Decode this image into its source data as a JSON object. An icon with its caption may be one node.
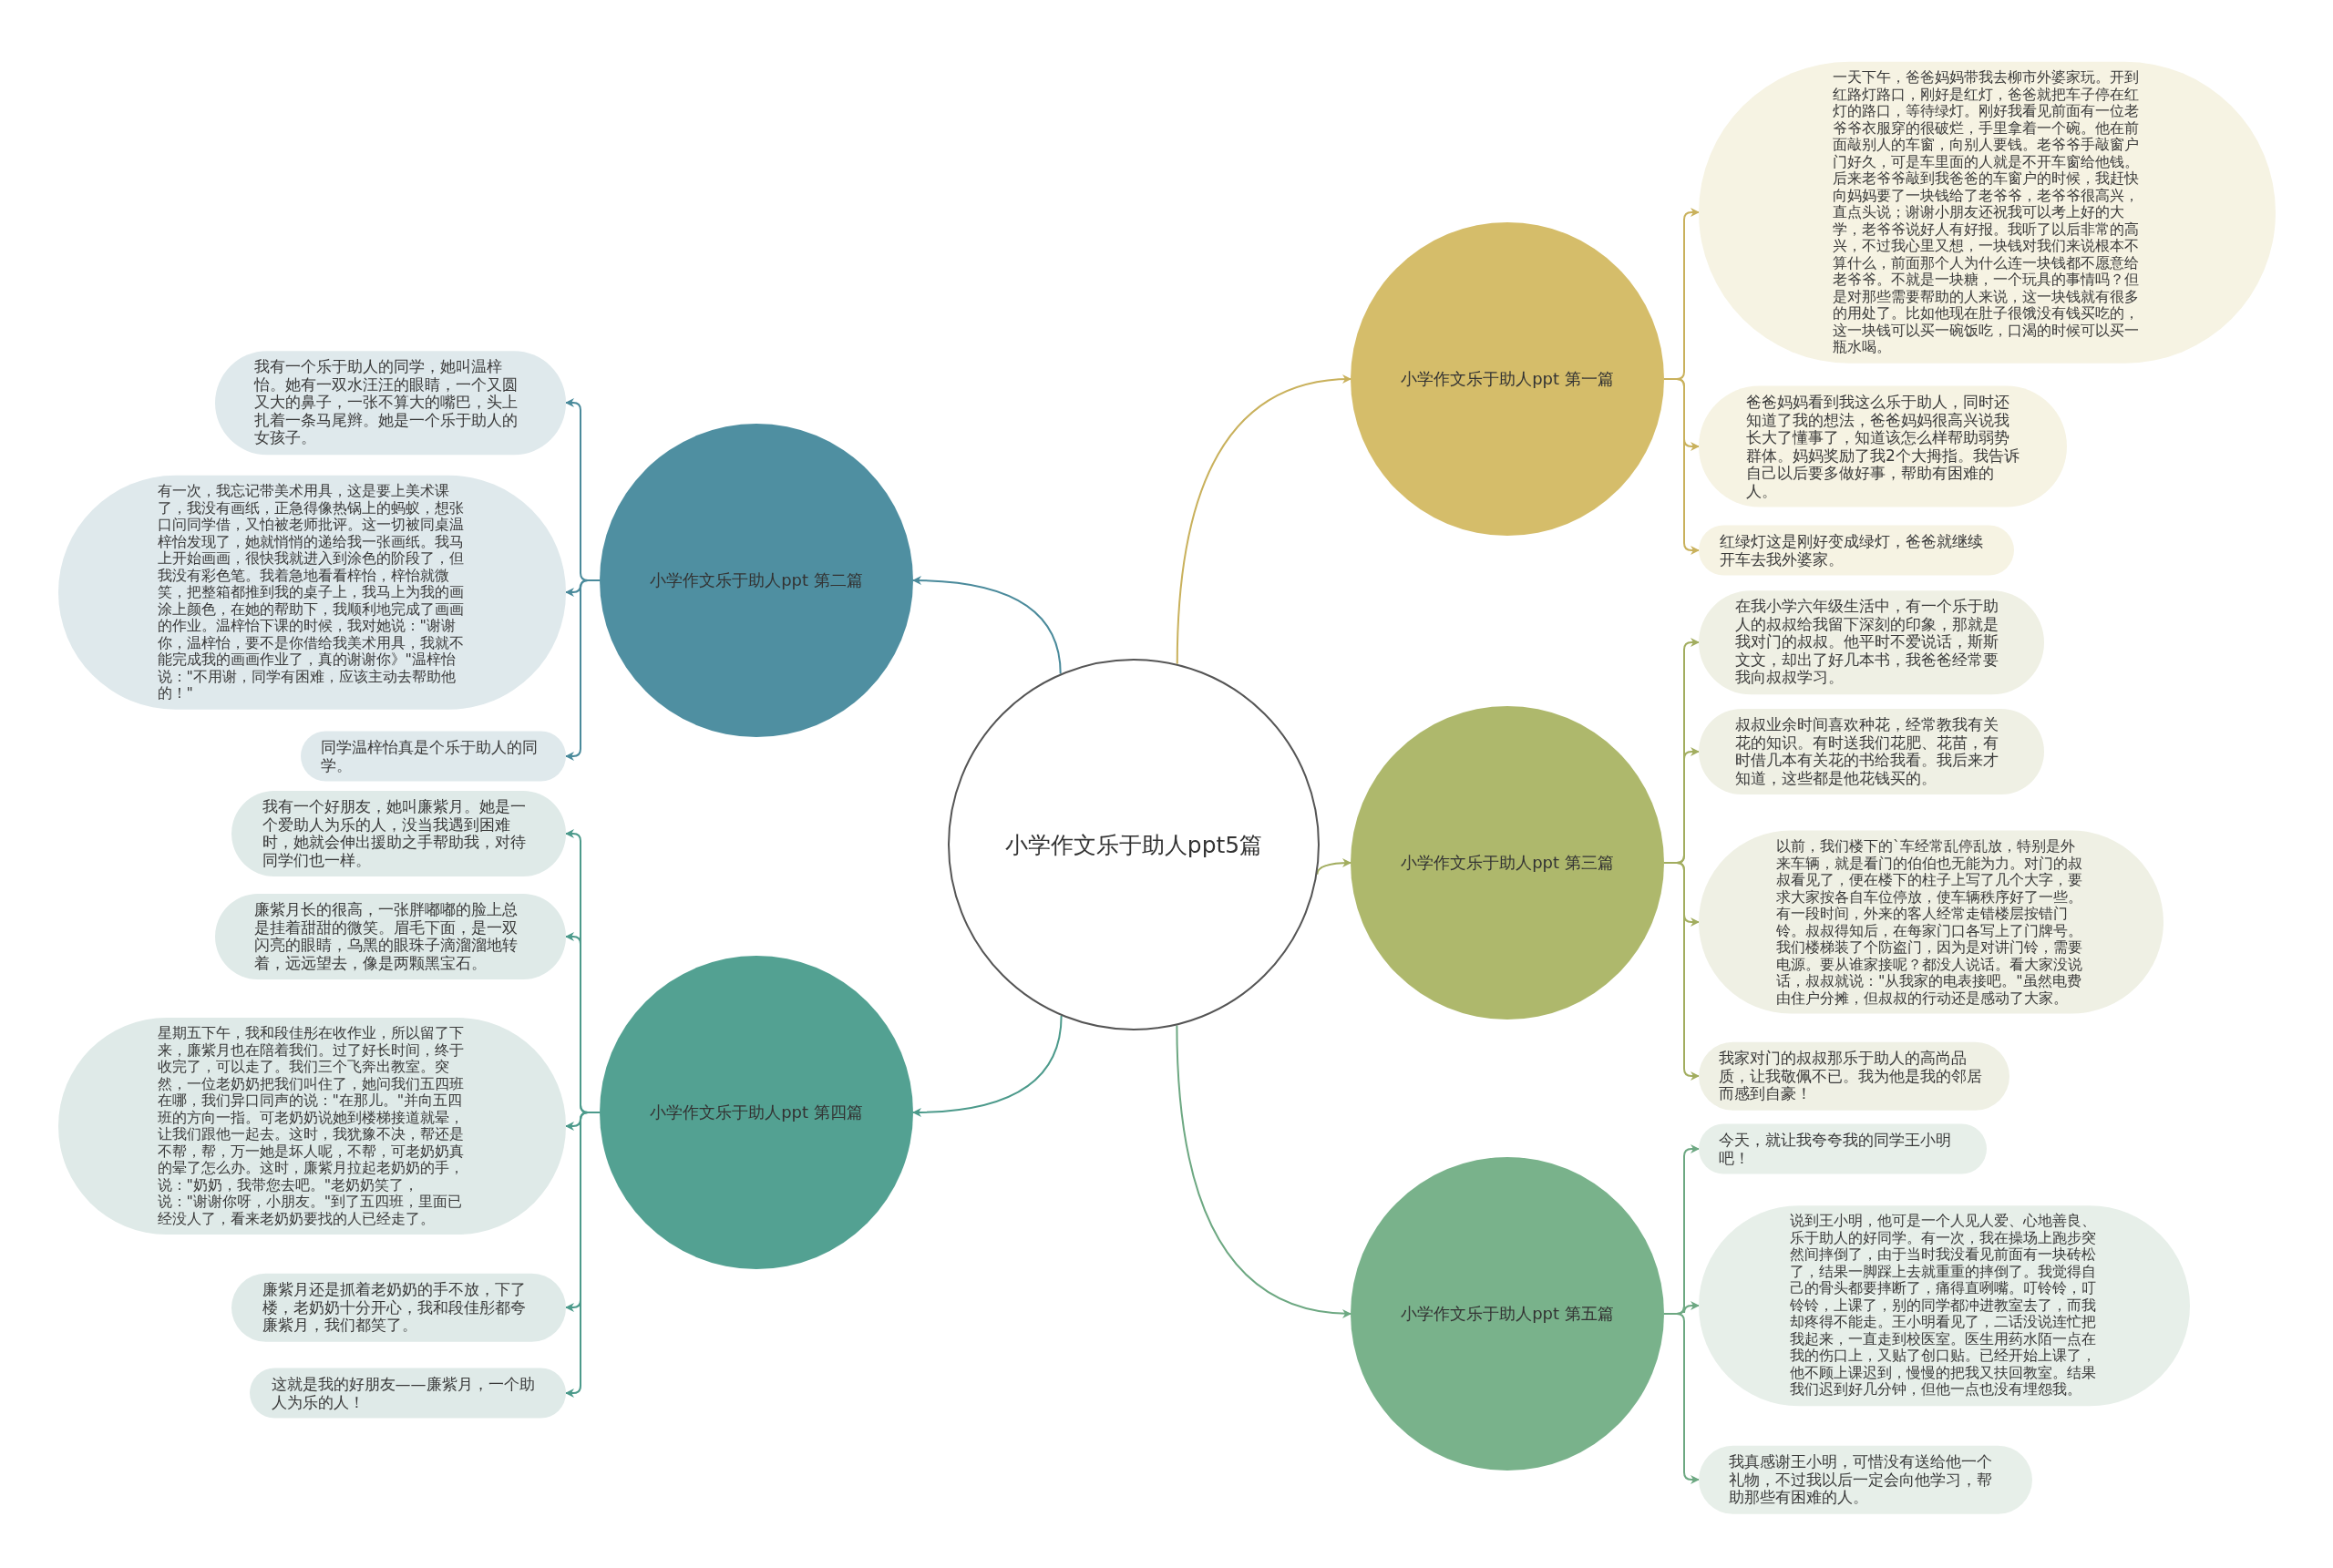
{
  "diagram": {
    "nodes": [
      {
        "text": [
          "小学作文乐于助人ppt5篇"
        ]
      },
      {
        "text": [
          "小学作文乐于助人ppt 第一篇"
        ]
      },
      {
        "text": [
          "一天下午，爸爸妈妈带我去柳市外婆家玩。开到红路灯路口，刚好是红灯，爸爸就把车子停在红灯的路口，等待绿灯。刚好我看见前面有一位老爷爷衣服穿的很破烂，手里拿着一个碗。他在前面敲别人的车窗，向别人要钱。老爷爷手敲窗户门好久，可是车里面的人就是不开车窗给他钱。后来老爷爷敲到我爸爸的车窗户的时候，我赶快向妈妈要了一块钱给了老爷爷，老爷爷很高兴，直点头说；谢谢小朋友还祝我可以考上好的大学，老爷爷说好人有好报。我听了以后非常的高兴，不过我心里又想，一块钱对我们来说根本不算什么，前面那个人为什么连一块钱都不愿意给老爷爷。不就是一块糖，一个玩具的事情吗？但是对那些需要帮助的人来说，这一块钱就有很多的用处了。比如他现在肚子很饿没有钱买吃的，这一块钱可以买一碗饭吃，口渴的时候可以买一瓶水喝。"
        ]
      },
      {
        "text": [
          "爸爸妈妈看到我这么乐于助人，同时还知道了我的想法，爸爸妈妈很高兴说我长大了懂事了，知道该怎么样帮助弱势群体。妈妈奖励了我2个大拇指。我告诉自己以后要多做好事，帮助有困难的人。"
        ]
      },
      {
        "text": [
          "红绿灯这是刚好变成绿灯，爸爸就继续开车去我外婆家。"
        ]
      },
      {
        "text": [
          "小学作文乐于助人ppt 第二篇"
        ]
      },
      {
        "text": [
          "我有一个乐于助人的同学，她叫温梓怡。她有一双水汪汪的眼睛，一个又圆又大的鼻子，一张不算大的嘴巴，头上扎着一条马尾辫。她是一个乐于助人的女孩子。"
        ]
      },
      {
        "text": [
          "有一次，我忘记带美术用具，这是要上美术课了，我没有画纸，正急得像热锅上的蚂蚁，想张口问同学借，又怕被老师批评。这一切被同桌温梓怡发现了，她就悄悄的递给我一张画纸。我马上开始画画，很快我就进入到涂色的阶段了，但我没有彩色笔。我着急地看看梓怡，梓怡就微笑，把整箱都推到我的桌子上，我马上为我的画涂上颜色，在她的帮助下，我顺利地完成了画画的作业。温梓怡下课的时候，我对她说：\"谢谢你，温梓怡，要不是你借给我美术用具，我就不能完成我的画画作业了，真的谢谢你》\"温梓怡说：\"不用谢，同学有困难，应该主动去帮助他的！\""
        ]
      },
      {
        "text": [
          "同学温梓怡真是个乐于助人的同学。"
        ]
      },
      {
        "text": [
          "小学作文乐于助人ppt 第三篇"
        ]
      },
      {
        "text": [
          "在我小学六年级生活中，有一个乐于助人的叔叔给我留下深刻的印象，那就是我对门的叔叔。他平时不爱说话，斯斯文文，却出了好几本书，我爸爸经常要我向叔叔学习。"
        ]
      },
      {
        "text": [
          "叔叔业余时间喜欢种花，经常教我有关花的知识。有时送我们花肥、花苗，有时借几本有关花的书给我看。我后来才知道，这些都是他花钱买的。"
        ]
      },
      {
        "text": [
          "以前，我们楼下的`车经常乱停乱放，特别是外来车辆，就是看门的伯伯也无能为力。对门的叔叔看见了，便在楼下的柱子上写了几个大字，要求大家按各自车位停放，使车辆秩序好了一些。有一段时间，外来的客人经常走错楼层按错门铃。叔叔得知后，在每家门口各写上了门牌号。我们楼梯装了个防盗门，因为是对讲门铃，需要电源。要从谁家接呢？都没人说话。看大家没说话，叔叔就说：\"从我家的电表接吧。\"虽然电费由住户分摊，但叔叔的行动还是感动了大家。"
        ]
      },
      {
        "text": [
          "我家对门的叔叔那乐于助人的高尚品质，让我敬佩不已。我为他是我的邻居而感到自豪！"
        ]
      },
      {
        "text": [
          "小学作文乐于助人ppt 第四篇"
        ]
      },
      {
        "text": [
          "我有一个好朋友，她叫廉紫月。她是一个爱助人为乐的人，没当我遇到困难时，她就会伸出援助之手帮助我，对待同学们也一样。"
        ]
      },
      {
        "text": [
          "廉紫月长的很高，一张胖嘟嘟的脸上总是挂着甜甜的微笑。眉毛下面，是一双闪亮的眼睛，乌黑的眼珠子滴溜溜地转着，远远望去，像是两颗黑宝石。"
        ]
      },
      {
        "text": [
          "星期五下午，我和段佳彤在收作业，所以留了下来，廉紫月也在陪着我们。过了好长时间，终于收完了，可以走了。我们三个飞奔出教室。突然，一位老奶奶把我们叫住了，她问我们五四班在哪，我们异口同声的说：\"在那儿。\"并向五四班的方向一指。可老奶奶说她到楼梯接道就晕，让我们跟他一起去。这时，我犹豫不决，帮还是不帮，帮，万一她是坏人呢，不帮，可老奶奶真的晕了怎么办。这时，廉紫月拉起老奶奶的手，说：\"奶奶，我带您去吧。\"老奶奶笑了，说：\"谢谢你呀，小朋友。\"到了五四班，里面已经没人了，看来老奶奶要找的人已经走了。"
        ]
      },
      {
        "text": [
          "廉紫月还是抓着老奶奶的手不放，下了楼，老奶奶十分开心，我和段佳彤都夸廉紫月，我们都笑了。"
        ]
      },
      {
        "text": [
          "这就是我的好朋友——廉紫月，一个助人为乐的人！"
        ]
      },
      {
        "text": [
          "小学作文乐于助人ppt 第五篇"
        ]
      },
      {
        "text": [
          "今天，就让我夸夸我的同学王小明吧！"
        ]
      },
      {
        "text": [
          "说到王小明，他可是一个人见人爱、心地善良、乐于助人的好同学。有一次，我在操场上跑步突然间摔倒了，由于当时我没看见前面有一块砖松了，结果一脚踩上去就重重的摔倒了。我觉得自己的骨头都要摔断了，痛得直咧嘴。叮铃铃，叮铃铃，上课了，别的同学都冲进教室去了，而我却疼得不能走。王小明看见了，二话没说连忙把我起来，一直走到校医室。医生用药水陌一点在我的伤口上，又贴了创口贴。已经开始上课了，他不顾上课迟到，慢慢的把我又扶回教室。结果我们迟到好几分钟，但他一点也没有埋怨我。"
        ]
      },
      {
        "text": [
          "我真感谢王小明，可惜没有送给他一个礼物，不过我以后一定会向他学习，帮助那些有困难的人。"
        ]
      }
    ],
    "edges": [
      {
        "from": 0,
        "to": 1,
        "arrow": "to",
        "color": "#c9b15c"
      },
      {
        "from": 1,
        "to": 2,
        "arrow": "to",
        "color": "#c9b15c"
      },
      {
        "from": 1,
        "to": 3,
        "arrow": "to",
        "color": "#c9b15c"
      },
      {
        "from": 1,
        "to": 4,
        "arrow": "to",
        "color": "#c9b15c"
      },
      {
        "from": 0,
        "to": 5,
        "arrow": "to",
        "color": "#4a8a9b"
      },
      {
        "from": 5,
        "to": 6,
        "arrow": "to",
        "color": "#4a8a9b"
      },
      {
        "from": 5,
        "to": 7,
        "arrow": "to",
        "color": "#4a8a9b"
      },
      {
        "from": 5,
        "to": 8,
        "arrow": "to",
        "color": "#4a8a9b"
      },
      {
        "from": 0,
        "to": 9,
        "arrow": "to",
        "color": "#a2ad5f"
      },
      {
        "from": 9,
        "to": 10,
        "arrow": "to",
        "color": "#a2ad5f"
      },
      {
        "from": 9,
        "to": 11,
        "arrow": "to",
        "color": "#a2ad5f"
      },
      {
        "from": 9,
        "to": 12,
        "arrow": "to",
        "color": "#a2ad5f"
      },
      {
        "from": 9,
        "to": 13,
        "arrow": "to",
        "color": "#a2ad5f"
      },
      {
        "from": 0,
        "to": 14,
        "arrow": "to",
        "color": "#4c9a8b"
      },
      {
        "from": 14,
        "to": 15,
        "arrow": "to",
        "color": "#4c9a8b"
      },
      {
        "from": 14,
        "to": 16,
        "arrow": "to",
        "color": "#4c9a8b"
      },
      {
        "from": 14,
        "to": 17,
        "arrow": "to",
        "color": "#4c9a8b"
      },
      {
        "from": 14,
        "to": 18,
        "arrow": "to",
        "color": "#4c9a8b"
      },
      {
        "from": 14,
        "to": 19,
        "arrow": "to",
        "color": "#4c9a8b"
      },
      {
        "from": 0,
        "to": 20,
        "arrow": "to",
        "color": "#6da882"
      },
      {
        "from": 20,
        "to": 21,
        "arrow": "to",
        "color": "#6da882"
      },
      {
        "from": 20,
        "to": 22,
        "arrow": "to",
        "color": "#6da882"
      },
      {
        "from": 20,
        "to": 23,
        "arrow": "to",
        "color": "#6da882"
      }
    ]
  }
}
